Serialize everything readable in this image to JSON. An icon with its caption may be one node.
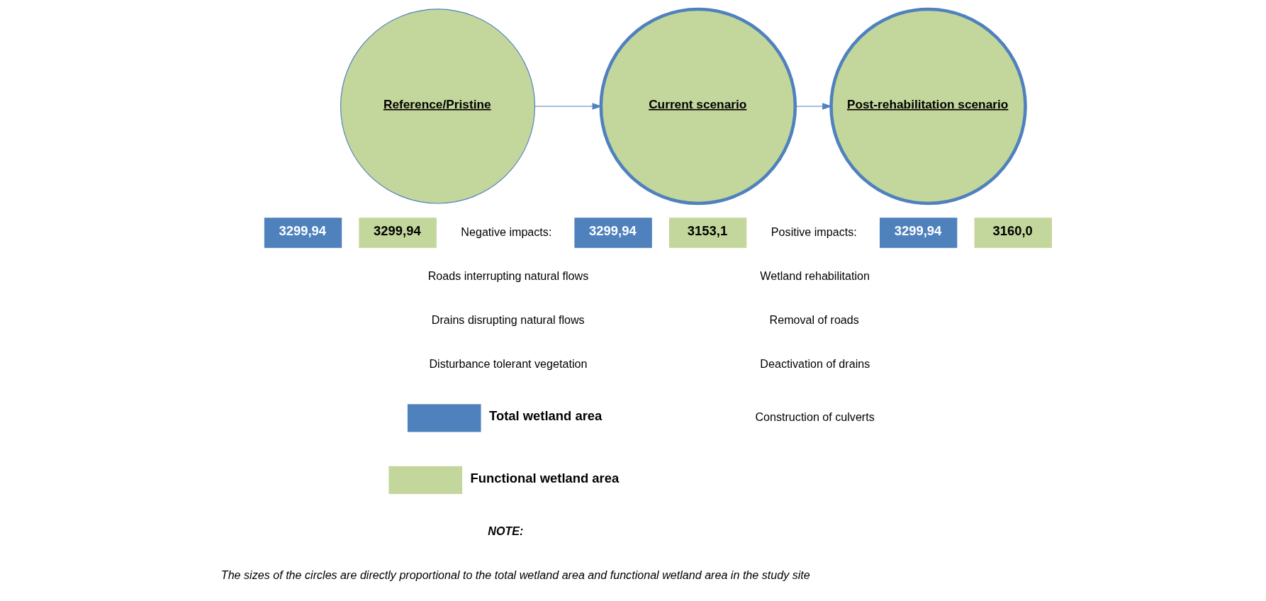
{
  "diagram": {
    "nodes": [
      {
        "text": [
          "Reference/Pristine"
        ]
      },
      {
        "text": [
          "3299,94"
        ]
      },
      {
        "text": [
          "3299,94"
        ]
      },
      {
        "text": [
          "Current scenario"
        ]
      },
      {
        "text": [
          "3299,94"
        ]
      },
      {
        "text": [
          "3153,1"
        ]
      },
      {
        "text": [
          "Post-rehabilitation scenario"
        ]
      },
      {
        "text": [
          "3299,94"
        ]
      },
      {
        "text": [
          "3160,0"
        ]
      }
    ],
    "edges": [
      {
        "from": 0,
        "to": 3,
        "arrow": "to"
      },
      {
        "from": 3,
        "to": 6,
        "arrow": "to"
      }
    ],
    "labels": [
      "Negative impacts:",
      "Roads interrupting natural flows",
      "Drains disrupting natural flows",
      "Disturbance tolerant vegetation",
      "Positive impacts:",
      "Wetland rehabilitation",
      "Removal of roads",
      "Deactivation of drains",
      "Construction of culverts",
      "NOTE:",
      "The sizes of the circles are directly proportional to the total wetland area and functional wetland area in the study site"
    ],
    "legend": [
      {
        "text": "Total wetland area",
        "color": "#4f81bd"
      },
      {
        "text": "Functional wetland area",
        "color": "#c3d69b"
      }
    ]
  }
}
